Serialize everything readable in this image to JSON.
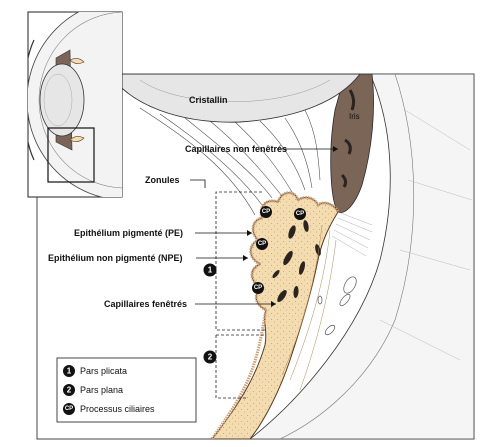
{
  "labels": {
    "cristallin": "Cristallin",
    "iris": "Iris",
    "capillaires_non_fenetres": "Capillaires non fenêtrés",
    "zonules": "Zonules",
    "epithelium_pigmente": "Epithélium pigmenté (PE)",
    "epithelium_non_pigmente": "Epithélium non pigmenté (NPE)",
    "capillaires_fenetres": "Capillaires fenêtrés"
  },
  "badges": {
    "pars_plicata_num": "1",
    "pars_plana_num": "2",
    "processus_abbr": "CP"
  },
  "legend": {
    "items": [
      {
        "badge": "1",
        "text": "Pars plicata"
      },
      {
        "badge": "2",
        "text": "Pars plana"
      },
      {
        "badge": "CP",
        "text": "Processus ciliaires"
      }
    ]
  },
  "colors": {
    "stroma": "#f2dcb0",
    "iris": "#7a6556",
    "pigment": "#2b2320",
    "lens": "#e6e6e6",
    "epithelium": "#c9a17a",
    "line": "#1a1a1a"
  }
}
